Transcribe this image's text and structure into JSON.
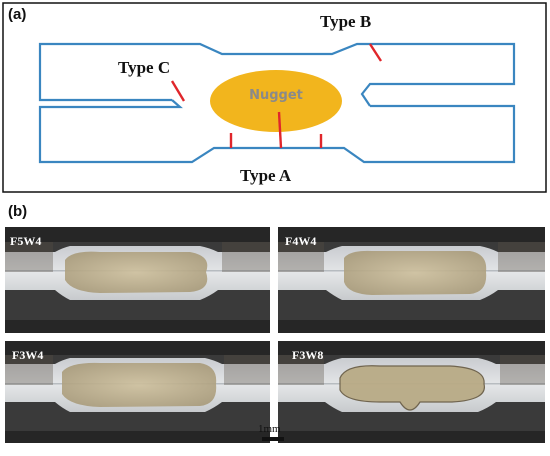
{
  "panel_a": {
    "label": "(a)",
    "type_a": "Type A",
    "type_b": "Type B",
    "type_c": "Type C",
    "nugget": "Nugget"
  },
  "panel_b": {
    "label": "(b)",
    "samples": [
      "F5W4",
      "F4W4",
      "F3W4",
      "F3W8"
    ],
    "scale_bar": "1mm"
  },
  "colors": {
    "sheet_outline": "#3a86c0",
    "crack": "#e0262b",
    "nugget_fill": "#f2b51d",
    "micro_bg_dark": "#2a2a2a",
    "micro_metal": "#d9dbdd",
    "micro_weld": "#c9c2a8"
  }
}
